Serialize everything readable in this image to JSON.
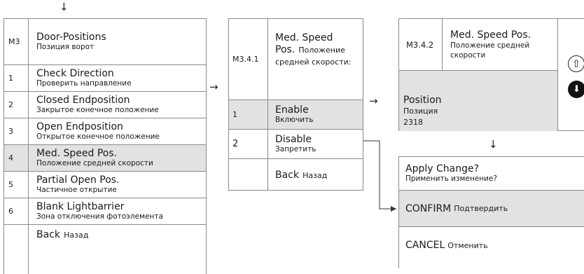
{
  "arrows": {
    "down": "↓",
    "right": "→"
  },
  "menu_m3": {
    "code": "M3",
    "title": "Door-Positions",
    "subtitle": "Позиция ворот",
    "items": [
      {
        "num": "1",
        "title": "Check Direction",
        "subtitle": "Проверить направление"
      },
      {
        "num": "2",
        "title": "Closed Endposition",
        "subtitle": "Закрытое конечное положение"
      },
      {
        "num": "3",
        "title": "Open Endposition",
        "subtitle": "Открытое конечное положение"
      },
      {
        "num": "4",
        "title": "Med. Speed Pos.",
        "subtitle": "Положение средней скорости"
      },
      {
        "num": "5",
        "title": "Partial Open Pos.",
        "subtitle": "Частичное открытие"
      },
      {
        "num": "6",
        "title": "Blank Lightbarrier",
        "subtitle": "Зона отключения фотоэлемента"
      }
    ],
    "back": {
      "title": "Back",
      "subtitle": "Назад"
    }
  },
  "menu_m341": {
    "code": "M3.4.1",
    "title_line1": "Med. Speed",
    "title_line2": "Pos.",
    "title_ru": "Положение средней скорости:",
    "items": [
      {
        "num": "1",
        "title": "Enable",
        "subtitle": "Включить"
      },
      {
        "num": "2",
        "title": "Disable",
        "subtitle": "Запретить"
      }
    ],
    "back": {
      "title": "Back",
      "subtitle": "Назад"
    }
  },
  "menu_m342": {
    "code": "M3.4.2",
    "title": "Med. Speed Pos.",
    "subtitle": "Положение средней скорости",
    "field_title": "Position",
    "field_subtitle": "Позиция",
    "field_value": "2318",
    "up_icon": "⇧",
    "down_icon": "⬇"
  },
  "apply_dialog": {
    "title": "Apply Change?",
    "subtitle": "Применить изменение?",
    "confirm": {
      "title": "CONFIRM",
      "subtitle": "Подтвердить"
    },
    "cancel": {
      "title": "CANCEL",
      "subtitle": "Отменить"
    }
  }
}
